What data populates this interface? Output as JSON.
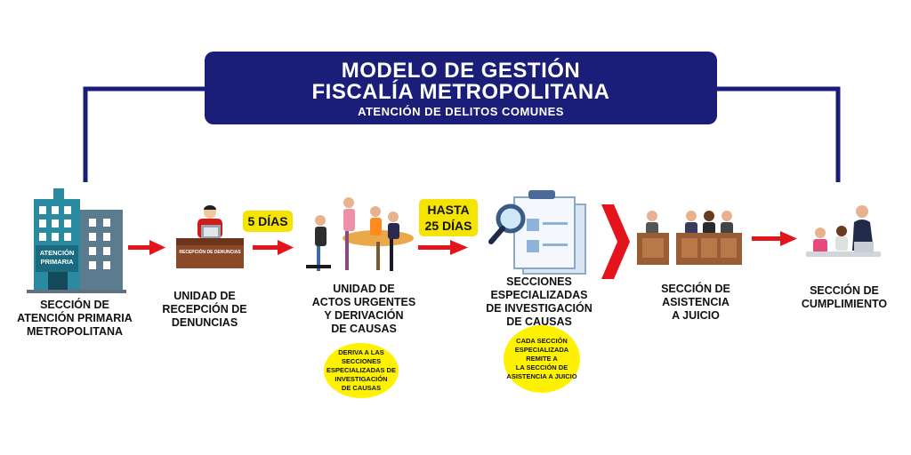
{
  "banner": {
    "title_line1": "MODELO DE GESTIÓN",
    "title_line2": "FISCALÍA METROPOLITANA",
    "subtitle": "ATENCIÓN DE DELITOS COMUNES"
  },
  "steps": [
    {
      "label": "SECCIÓN DE\nATENCIÓN PRIMARIA\nMETROPOLITANA",
      "icon_text": "ATENCIÓN\nPRIMARIA"
    },
    {
      "label": "UNIDAD DE\nRECEPCIÓN DE\nDENUNCIAS",
      "icon_text": "RECEPCIÓN DE DENUNCIAS"
    },
    {
      "label": "UNIDAD DE\nACTOS URGENTES\nY DERIVACIÓN\nDE CAUSAS"
    },
    {
      "label": "SECCIONES\nESPECIALIZADAS\nDE INVESTIGACIÓN\nDE CAUSAS"
    },
    {
      "label": "SECCIÓN DE\nASISTENCIA\nA JUICIO"
    },
    {
      "label": "SECCIÓN DE\nCUMPLIMIENTO"
    }
  ],
  "durations": [
    {
      "text": "5 DÍAS"
    },
    {
      "text": "HASTA\n25 DÍAS"
    }
  ],
  "notes": [
    {
      "text": "DERIVA A LAS SECCIONES\nESPECIALIZADAS DE\nINVESTIGACIÓN\nDE CAUSAS"
    },
    {
      "text": "CADA SECCIÓN\nESPECIALIZADA REMITE A\nLA SECCIÓN DE\nASISTENCIA A JUICIO"
    }
  ],
  "colors": {
    "navy": "#1a1e78",
    "arrow_red": "#e3141b",
    "highlight_yellow": "#fff200",
    "building_teal": "#2a8aa0",
    "desk_brown": "#8a4a2a"
  }
}
